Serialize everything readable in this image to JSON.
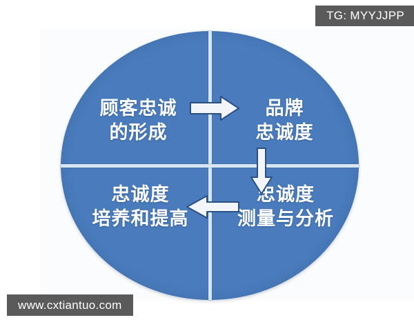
{
  "watermarks": {
    "tag_label": "TG: MYYJJPP",
    "site_label": "www.cxtiantuo.com"
  },
  "diagram": {
    "shape": "circle",
    "fill_color": "#4a7cbd",
    "divider_color": "#d7e6f3",
    "text_color": "#ffffff",
    "quadrants": [
      {
        "position": "top-left",
        "line1": "顾客忠诚",
        "line2": "的形成"
      },
      {
        "position": "top-right",
        "line1": "品牌",
        "line2": "忠诚度"
      },
      {
        "position": "bottom-left",
        "line1": "忠诚度",
        "line2": "培养和提高"
      },
      {
        "position": "bottom-right",
        "line1": "忠诚度",
        "line2": "测量与分析"
      }
    ],
    "arrows": [
      {
        "name": "arrow-top-left-to-top-right",
        "direction": "right"
      },
      {
        "name": "arrow-top-right-to-bottom-right",
        "direction": "down"
      },
      {
        "name": "arrow-bottom-right-to-bottom-left",
        "direction": "left"
      }
    ]
  }
}
